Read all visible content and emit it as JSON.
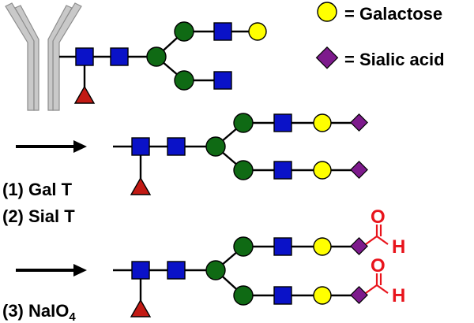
{
  "legend": {
    "galactose": "= Galactose",
    "sialic_acid": "= Sialic acid"
  },
  "steps": {
    "step1": "(1) Gal T",
    "step2": "(2) Sial T",
    "step3_prefix": "(3) NaIO",
    "step3_subscript": "4"
  },
  "aldehyde": {
    "oxygen": "O",
    "hydrogen": "H"
  },
  "colors": {
    "glcnac": "#0a12c8",
    "mannose": "#0f6a14",
    "galactose": "#ffff00",
    "sialic_acid": "#7d1a8c",
    "fucose": "#c21a14",
    "aldehyde": "#e8141c"
  },
  "icons": [
    "antibody-icon",
    "glcnac-square-icon",
    "mannose-circle-icon",
    "galactose-circle-icon",
    "sialic-acid-diamond-icon",
    "fucose-triangle-icon",
    "reaction-arrow-icon"
  ]
}
